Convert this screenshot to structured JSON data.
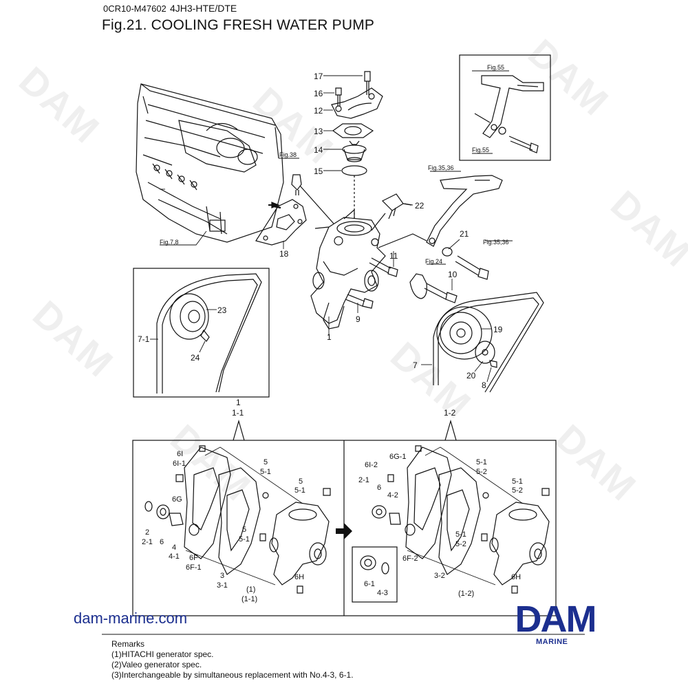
{
  "header": {
    "doc_code": "0CR10-M47602",
    "model": "4JH3-HTE/DTE",
    "title": "Fig.21.  COOLING FRESH WATER PUMP"
  },
  "references": {
    "fig55_top": "Fig.55",
    "fig55_bottom": "Fig.55",
    "fig38": "Fig.38",
    "fig35_36_a": "Fig.35,36",
    "fig35_36_b": "Fig.35,36",
    "fig24": "Fig.24",
    "fig7_8": "Fig.7,8"
  },
  "callouts": {
    "c17": "17",
    "c16": "16",
    "c12": "12",
    "c13": "13",
    "c14": "14",
    "c15": "15",
    "c22": "22",
    "c18": "18",
    "c21": "21",
    "c11": "11",
    "c10": "10",
    "c9": "9",
    "c1": "1",
    "c19": "19",
    "c20": "20",
    "c8": "8",
    "c7": "7",
    "c23": "23",
    "c7_1": "7-1",
    "c24": "24"
  },
  "variants": {
    "v1_main": "1",
    "v1_sub": "1-1",
    "v2_main": "1-2"
  },
  "panel_left": {
    "l6I": "6I",
    "l6I1": "6I-1",
    "l6G": "6G",
    "l5a": "5",
    "l5_1a": "5-1",
    "l5b": "5",
    "l5_1b": "5-1",
    "l5c": "5",
    "l5_1c": "5-1",
    "l2": "2",
    "l2_1": "2-1",
    "l6": "6",
    "l4": "4",
    "l4_1": "4-1",
    "l6F": "6F",
    "l6F1": "6F-1",
    "l3": "3",
    "l3_1": "3-1",
    "l6H": "6H",
    "lp1": "(1)",
    "lp1_1": "(1-1)"
  },
  "panel_right": {
    "r6I2": "6I-2",
    "r6G1": "6G-1",
    "r5_1a": "5-1",
    "r5_2a": "5-2",
    "r5_1b": "5-1",
    "r5_2b": "5-2",
    "r5_1c": "5-1",
    "r5_2c": "5-2",
    "r2_1": "2-1",
    "r6": "6",
    "r4_2": "4-2",
    "r6F2": "6F-2",
    "r3_2": "3-2",
    "r6_1": "6-1",
    "r4_3": "4-3",
    "r6H": "6H",
    "rp1_2": "(1-2)"
  },
  "footer": {
    "website": "dam-marine.com",
    "logo_word": "DAM",
    "logo_sub": "MARINE",
    "remarks_title": "Remarks",
    "remarks": [
      "(1)HITACHI generator spec.",
      "(2)Valeo generator spec.",
      "(3)Interchangeable by simultaneous replacement with No.4-3, 6-1."
    ]
  },
  "watermark_text": "DAM",
  "colors": {
    "brand": "#1c2f8f",
    "line": "#111111"
  }
}
